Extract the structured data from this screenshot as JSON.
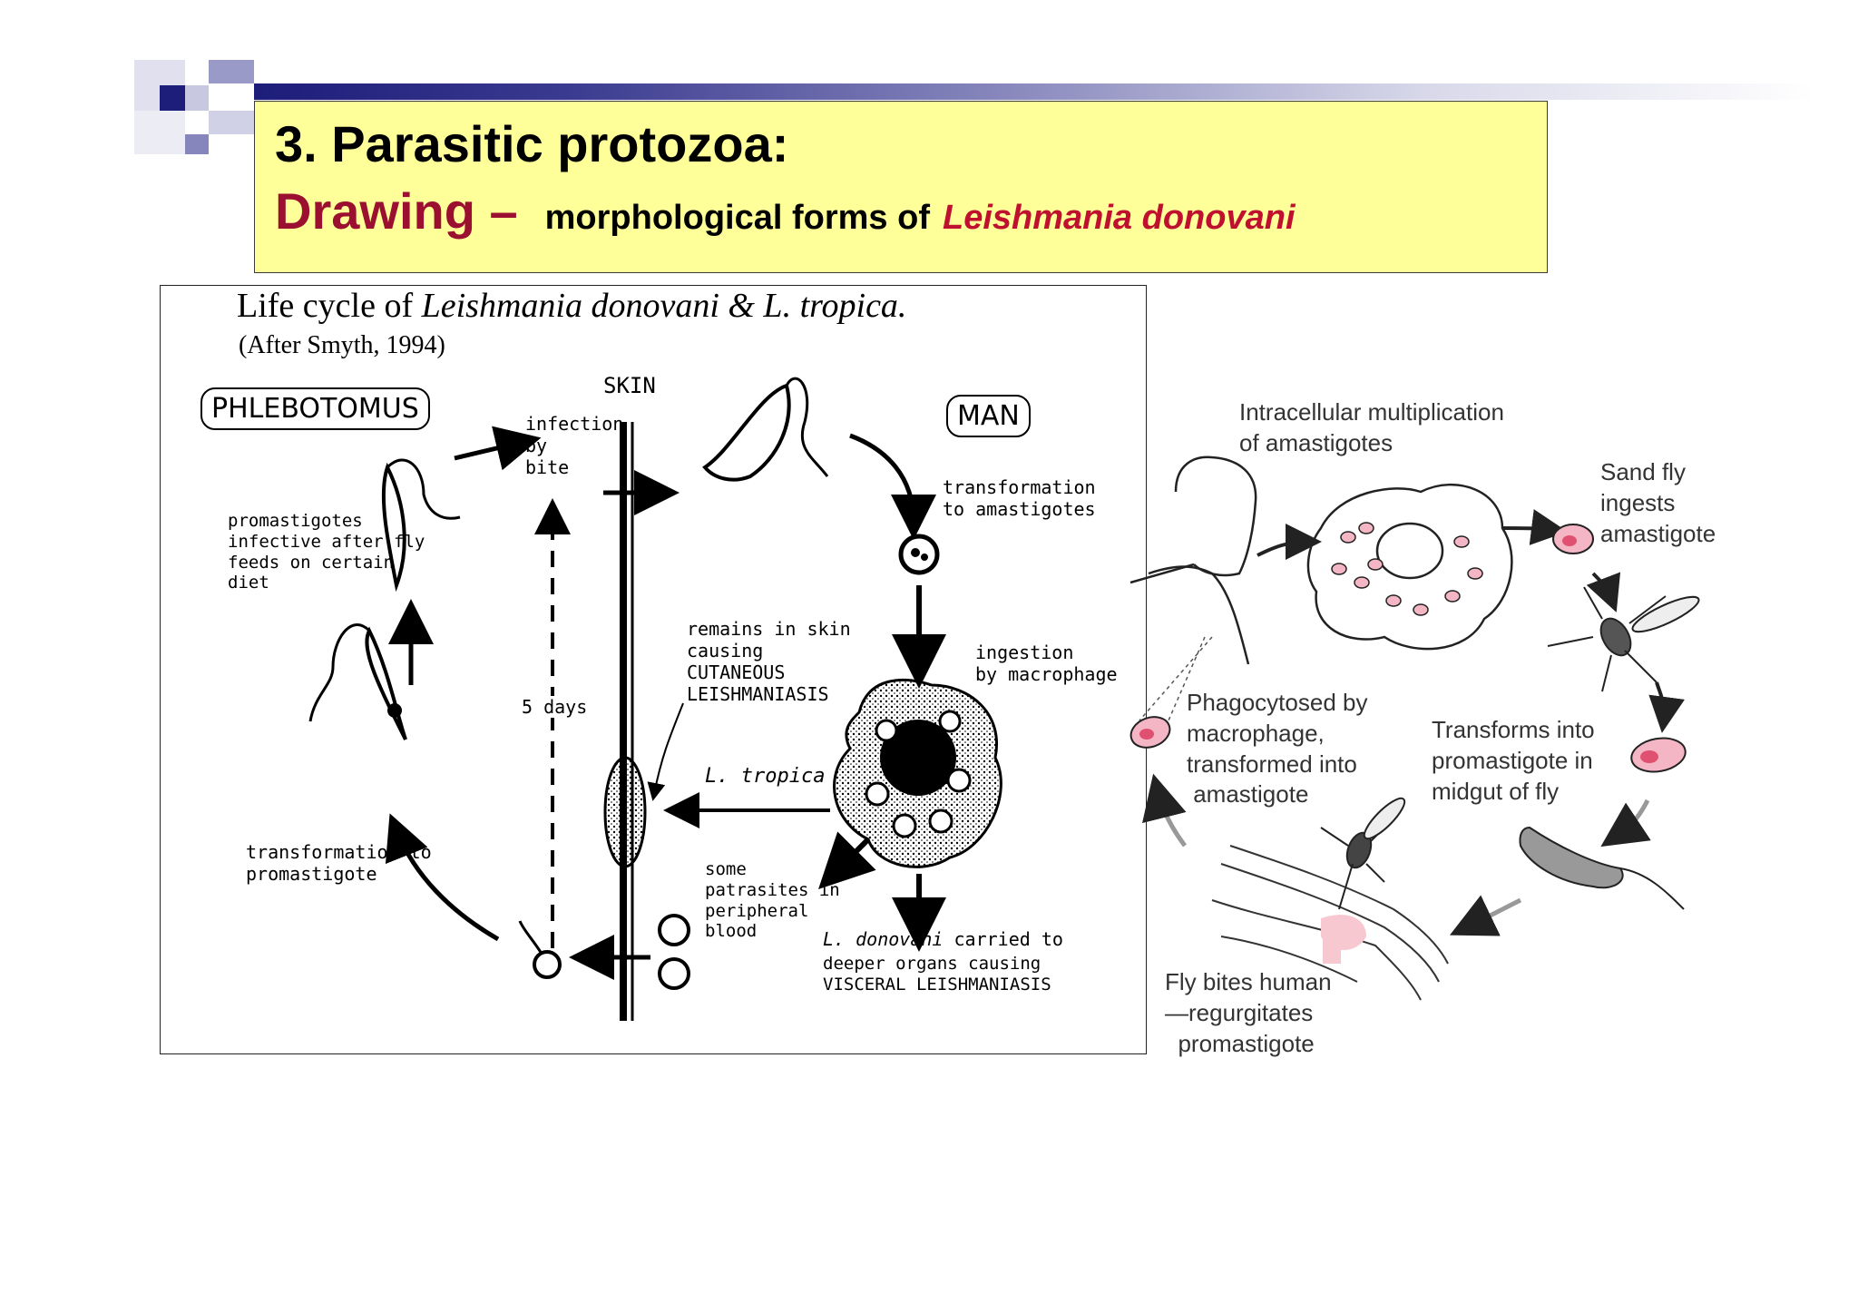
{
  "slide": {
    "title_line1": "3. Parasitic protozoa:",
    "title_drawing": "Drawing –",
    "title_morph": "morphological forms of",
    "title_species": "Leishmania donovani",
    "colors": {
      "title_bg": "#ffff99",
      "accent_red": "#9b1030",
      "species_red": "#c01030",
      "bar_dark": "#1d1d7a"
    }
  },
  "left_diagram": {
    "title_prefix": "Life cycle of",
    "title_italic": "Leishmania donovani & L. tropica.",
    "subtitle": "(After Smyth, 1994)",
    "labels": {
      "phlebotomus": "PHLEBOTOMUS",
      "man": "MAN",
      "skin": "SKIN",
      "infection": "infection\nby\nbite",
      "promastigotes": "promastigotes\ninfective after fly\nfeeds on certain\ndiet",
      "five_days": "5 days",
      "transformation_amastigotes": "transformation\nto amastigotes",
      "ingestion": "ingestion\nby macrophage",
      "remains": "remains in skin\ncausing\nCUTANEOUS\nLEISHMANIASIS",
      "l_tropica": "L. tropica",
      "transformation_promastigote": "transformation to\npromastigote",
      "some_parasites": "some\npatrasites in\nperipheral\nblood",
      "l_donovani": "L. donovani",
      "carried_to": " carried to",
      "visceral": "deeper organs causing\nVISCERAL LEISHMANIASIS"
    }
  },
  "right_diagram": {
    "intracellular": "Intracellular multiplication\nof amastigotes",
    "sandfly": "Sand fly\ningests\namastigote",
    "phagocytosed": "Phagocytosed by\nmacrophage,\ntransformed into\n amastigote",
    "transforms": "Transforms into\npromastigote in\nmidgut of fly",
    "fly_bites": "Fly bites human\n—regurgitates\n  promastigote"
  }
}
